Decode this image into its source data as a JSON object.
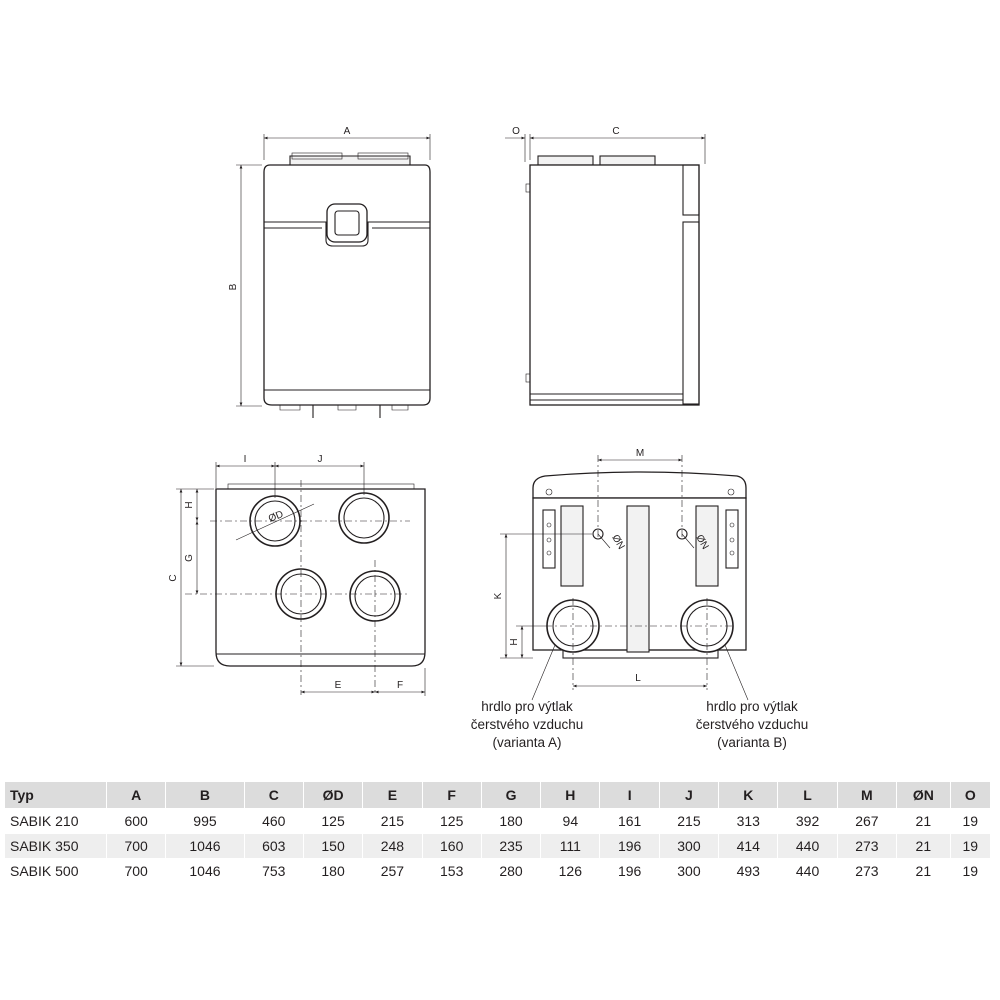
{
  "dimension_letters": {
    "A": "A",
    "B": "B",
    "C": "C",
    "D": "ØD",
    "E": "E",
    "F": "F",
    "G": "G",
    "H": "H",
    "I": "I",
    "J": "J",
    "K": "K",
    "L": "L",
    "M": "M",
    "N": "ØN",
    "O": "O"
  },
  "callouts": {
    "a": [
      "hrdlo pro výtlak",
      "čerstvého vzduchu",
      "(varianta A)"
    ],
    "b": [
      "hrdlo pro výtlak",
      "čerstvého vzduchu",
      "(varianta B)"
    ]
  },
  "table": {
    "headers": [
      "Typ",
      "A",
      "B",
      "C",
      "ØD",
      "E",
      "F",
      "G",
      "H",
      "I",
      "J",
      "K",
      "L",
      "M",
      "ØN",
      "O"
    ],
    "rows": [
      [
        "SABIK 210",
        "600",
        "995",
        "460",
        "125",
        "215",
        "125",
        "180",
        "94",
        "161",
        "215",
        "313",
        "392",
        "267",
        "21",
        "19"
      ],
      [
        "SABIK 350",
        "700",
        "1046",
        "603",
        "150",
        "248",
        "160",
        "235",
        "111",
        "196",
        "300",
        "414",
        "440",
        "273",
        "21",
        "19"
      ],
      [
        "SABIK 500",
        "700",
        "1046",
        "753",
        "180",
        "257",
        "153",
        "280",
        "126",
        "196",
        "300",
        "493",
        "440",
        "273",
        "21",
        "19"
      ]
    ]
  }
}
